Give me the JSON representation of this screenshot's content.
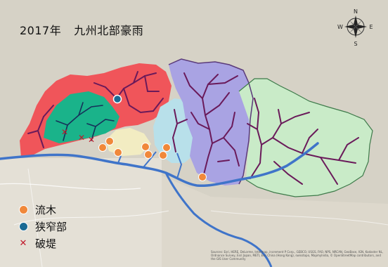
{
  "title": {
    "year": "2017年",
    "name": "九州北部豪雨"
  },
  "compass": {
    "n": "N",
    "e": "E",
    "s": "S",
    "w": "W"
  },
  "legend": [
    {
      "label": "流木",
      "color": "#f0883a"
    },
    {
      "label": "狭窄部",
      "color": "#1a6a94"
    },
    {
      "label": "破堤",
      "color": "#c0182a"
    }
  ],
  "colors": {
    "red_basin": "#f0555a",
    "green_basin": "#1ab38a",
    "purple_basin": "#a9a3e3",
    "light_blue_basin": "#b8e0ea",
    "light_green_basin": "#c9ebc8",
    "river": "#3f74c9",
    "tributary": "#6a1a5a"
  },
  "attribution": "Sources: Esri, HERE, DeLorme, Intermap, increment P Corp., GEBCO, USGS, FAO, NPS, NRCAN, GeoBase, IGN, Kadaster NL, Ordnance Survey, Esri Japan, METI, Esri China (Hong Kong), swisstopo, MapmyIndia, © OpenStreetMap contributors, and the GIS User Community"
}
